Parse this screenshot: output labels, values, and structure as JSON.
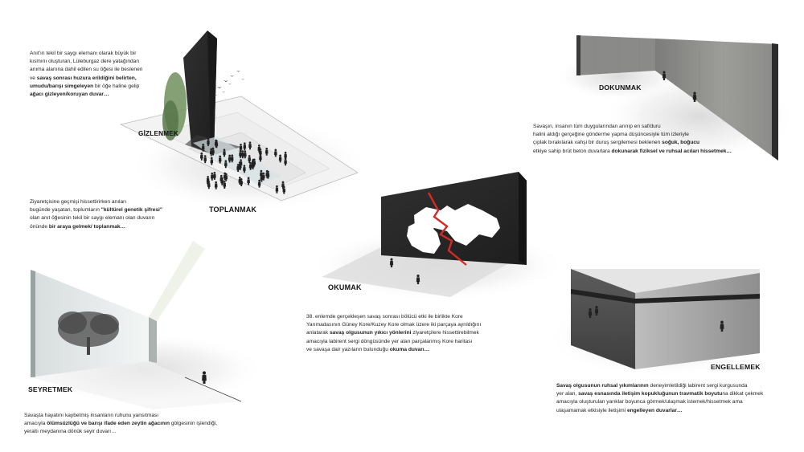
{
  "labels": {
    "gizlenmek": "GİZLENMEK",
    "toplanmak": "TOPLANMAK",
    "dokunmak": "DOKUNMAK",
    "okumak": "OKUMAK",
    "seyretmek": "SEYRETMEK",
    "engellemek": "ENGELLEMEK"
  },
  "text_gizlenmek": [
    [
      {
        "t": "Anıt'ın tekil bir saygı elemanı olarak büyük bir"
      }
    ],
    [
      {
        "t": "kısmını oluşturan, Lüleburgaz dere yatağından"
      }
    ],
    [
      {
        "t": "anıma alanına dahil edilen su öğesi ile beslenen"
      }
    ],
    [
      {
        "t": "ve "
      },
      {
        "t": "savaş sonrası huzura erildiğini belirten,",
        "b": true
      }
    ],
    [
      {
        "t": "umudu/barışı simgeleyen",
        "b": true
      },
      {
        "t": " bir öğe haline gelip"
      }
    ],
    [
      {
        "t": "ağacı gizleyen/koruyan duvar…",
        "b": true
      }
    ]
  ],
  "text_toplanmak": [
    [
      {
        "t": "Ziyaretçisine geçmişi hissettirirken anıları"
      }
    ],
    [
      {
        "t": "bugünde yaşatan, toplumların "
      },
      {
        "t": "\"kültürel genetik şifresi\"",
        "b": true
      }
    ],
    [
      {
        "t": "olan anıt öğesinin tekil bir saygı elemanı olan duvarın"
      }
    ],
    [
      {
        "t": "önünde "
      },
      {
        "t": "bir araya gelmek/ toplanmak…",
        "b": true
      }
    ]
  ],
  "text_dokunmak": [
    [
      {
        "t": "Savaşın, insanın tüm duygularından arınıp en saf/duru"
      }
    ],
    [
      {
        "t": "halini aldığı gerçeğine gönderme yapma düşüncesiyle tüm izleriyle"
      }
    ],
    [
      {
        "t": "çıplak bırakılarak vahşi bir duruş sergilemesi beklenen "
      },
      {
        "t": "soğuk, boğucu",
        "b": true
      }
    ],
    [
      {
        "t": "etkiye sahip brüt beton duvarlara "
      },
      {
        "t": "dokunarak fiziksel ve ruhsal acıları hissetmek…",
        "b": true
      }
    ]
  ],
  "text_okumak": [
    [
      {
        "t": "38. enlemde gerçekleşen savaş sonrası bölücü etki ile birlikte Kore"
      }
    ],
    [
      {
        "t": "Yarımadasının Güney Kore/Kuzey Kore olmak üzere iki parçaya ayrıldığını"
      }
    ],
    [
      {
        "t": "anlatarak "
      },
      {
        "t": "savaş olgusunun yıkıcı yönlerini",
        "b": true
      },
      {
        "t": " ziyaretçilere hissettirebilmek"
      }
    ],
    [
      {
        "t": "amacıyla labirent sergi döngüsünde yer alan parçalanmış Kore haritası"
      }
    ],
    [
      {
        "t": "ve savaşa dair yazıların bulunduğu "
      },
      {
        "t": "okuma duvarı…",
        "b": true
      }
    ]
  ],
  "text_seyretmek": [
    [
      {
        "t": "Savaşta hayatını kaybetmiş insanların ruhunu yansıtması"
      }
    ],
    [
      {
        "t": "amacıyla "
      },
      {
        "t": "ölümsüzlüğü ve barışı ifade eden zeytin ağacının",
        "b": true
      },
      {
        "t": " gölgesinin işlendiği,"
      }
    ],
    [
      {
        "t": "yeraltı meydanına dönük seyir duvarı…"
      }
    ]
  ],
  "text_engellemek": [
    [
      {
        "t": "Savaş olgusunun ruhsal yıkımlarının",
        "b": true
      },
      {
        "t": " deneyimletildiği  labirent sergi kurgusunda"
      }
    ],
    [
      {
        "t": "yer alan, "
      },
      {
        "t": "savaş esnasında iletişim kopukluğunun travmatik boyutu",
        "b": true
      },
      {
        "t": "na dikkat çekmek"
      }
    ],
    [
      {
        "t": "amacıyla oluşturulan yarıklar boyunca görmek/ulaşmak istemek/hissetmek ama"
      }
    ],
    [
      {
        "t": "ulaşamamak etkisiyle iletişimi "
      },
      {
        "t": "engelleyen duvarlar…",
        "b": true
      }
    ]
  ],
  "colors": {
    "accent_red": "#d42a26",
    "wall_dark": "#2b2b2b",
    "concrete": "#8e8e8c"
  }
}
